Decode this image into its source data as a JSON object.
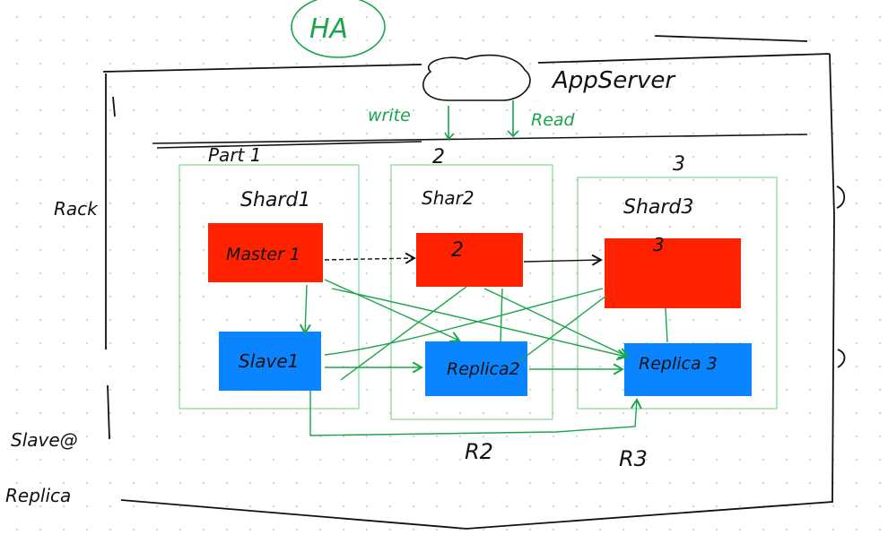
{
  "title": "HA",
  "app_server": {
    "label": "AppServer"
  },
  "write_label": "write",
  "read_label": "Read",
  "rack_label": "Rack",
  "legend_line1": "Slave@",
  "legend_line2": "Replica",
  "columns": [
    {
      "header": "Part 1",
      "shard": "Shard1",
      "master": "Master 1",
      "replica": "Slave1",
      "replica_tag": ""
    },
    {
      "header": "2",
      "shard": "Shar2",
      "master": "2",
      "replica": "Replica2",
      "replica_tag": "R2"
    },
    {
      "header": "3",
      "shard": "Shard3",
      "master": "3",
      "replica": "Replica 3",
      "replica_tag": "R3"
    }
  ],
  "colors": {
    "master": "#ff2200",
    "replica": "#0a84ff",
    "shard_border": "#7fd79a",
    "annotation": "#1aa54b",
    "ink": "#111111"
  }
}
